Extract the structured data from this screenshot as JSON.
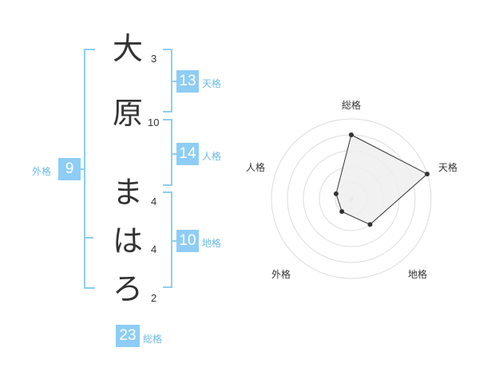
{
  "name": {
    "characters": [
      {
        "char": "大",
        "strokes": "3"
      },
      {
        "char": "原",
        "strokes": "10"
      },
      {
        "char": "ま",
        "strokes": "4"
      },
      {
        "char": "は",
        "strokes": "4"
      },
      {
        "char": "ろ",
        "strokes": "2"
      }
    ]
  },
  "fortune": {
    "tenkaku": {
      "value": "13",
      "label": "天格"
    },
    "jinkaku": {
      "value": "14",
      "label": "人格"
    },
    "chikaku": {
      "value": "10",
      "label": "地格"
    },
    "gaikaku": {
      "value": "9",
      "label": "外格"
    },
    "soukaku": {
      "value": "23",
      "label": "総格"
    }
  },
  "chart_data": {
    "type": "radar",
    "axes": [
      "総格",
      "天格",
      "地格",
      "外格",
      "人格"
    ],
    "values": [
      4,
      5,
      2,
      1,
      1
    ],
    "rmax": 5,
    "grid_rings": 5,
    "colors": {
      "fill": "#eeeeee",
      "stroke": "#333333",
      "grid": "#dddddd",
      "point": "#333333"
    }
  },
  "colors": {
    "accent": "#8ecdf5",
    "label": "#6bbbe8"
  }
}
